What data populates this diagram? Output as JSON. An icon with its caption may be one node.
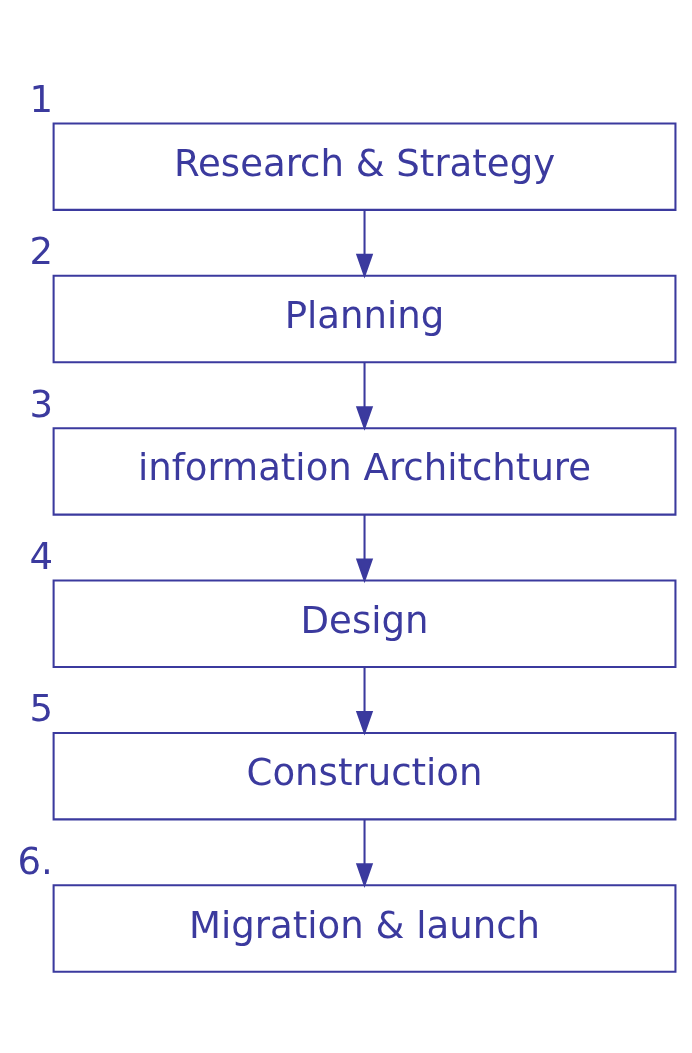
{
  "diagram": {
    "nodes": [
      {
        "text": [
          "Research & Strategy"
        ],
        "beside": [
          "1"
        ]
      },
      {
        "text": [
          "Planning"
        ],
        "beside": [
          "2"
        ]
      },
      {
        "text": [
          "information Architchture"
        ],
        "beside": [
          "3"
        ]
      },
      {
        "text": [
          "Design"
        ],
        "beside": [
          "4"
        ]
      },
      {
        "text": [
          "Construction"
        ],
        "beside": [
          "5"
        ]
      },
      {
        "text": [
          "Migration & launch"
        ],
        "beside": [
          "6."
        ]
      }
    ],
    "edges": [
      {
        "from": 0,
        "to": 1,
        "arrow": "to"
      },
      {
        "from": 1,
        "to": 2,
        "arrow": "to"
      },
      {
        "from": 2,
        "to": 3,
        "arrow": "to"
      },
      {
        "from": 3,
        "to": 4,
        "arrow": "to"
      },
      {
        "from": 4,
        "to": 5,
        "arrow": "to"
      }
    ]
  }
}
